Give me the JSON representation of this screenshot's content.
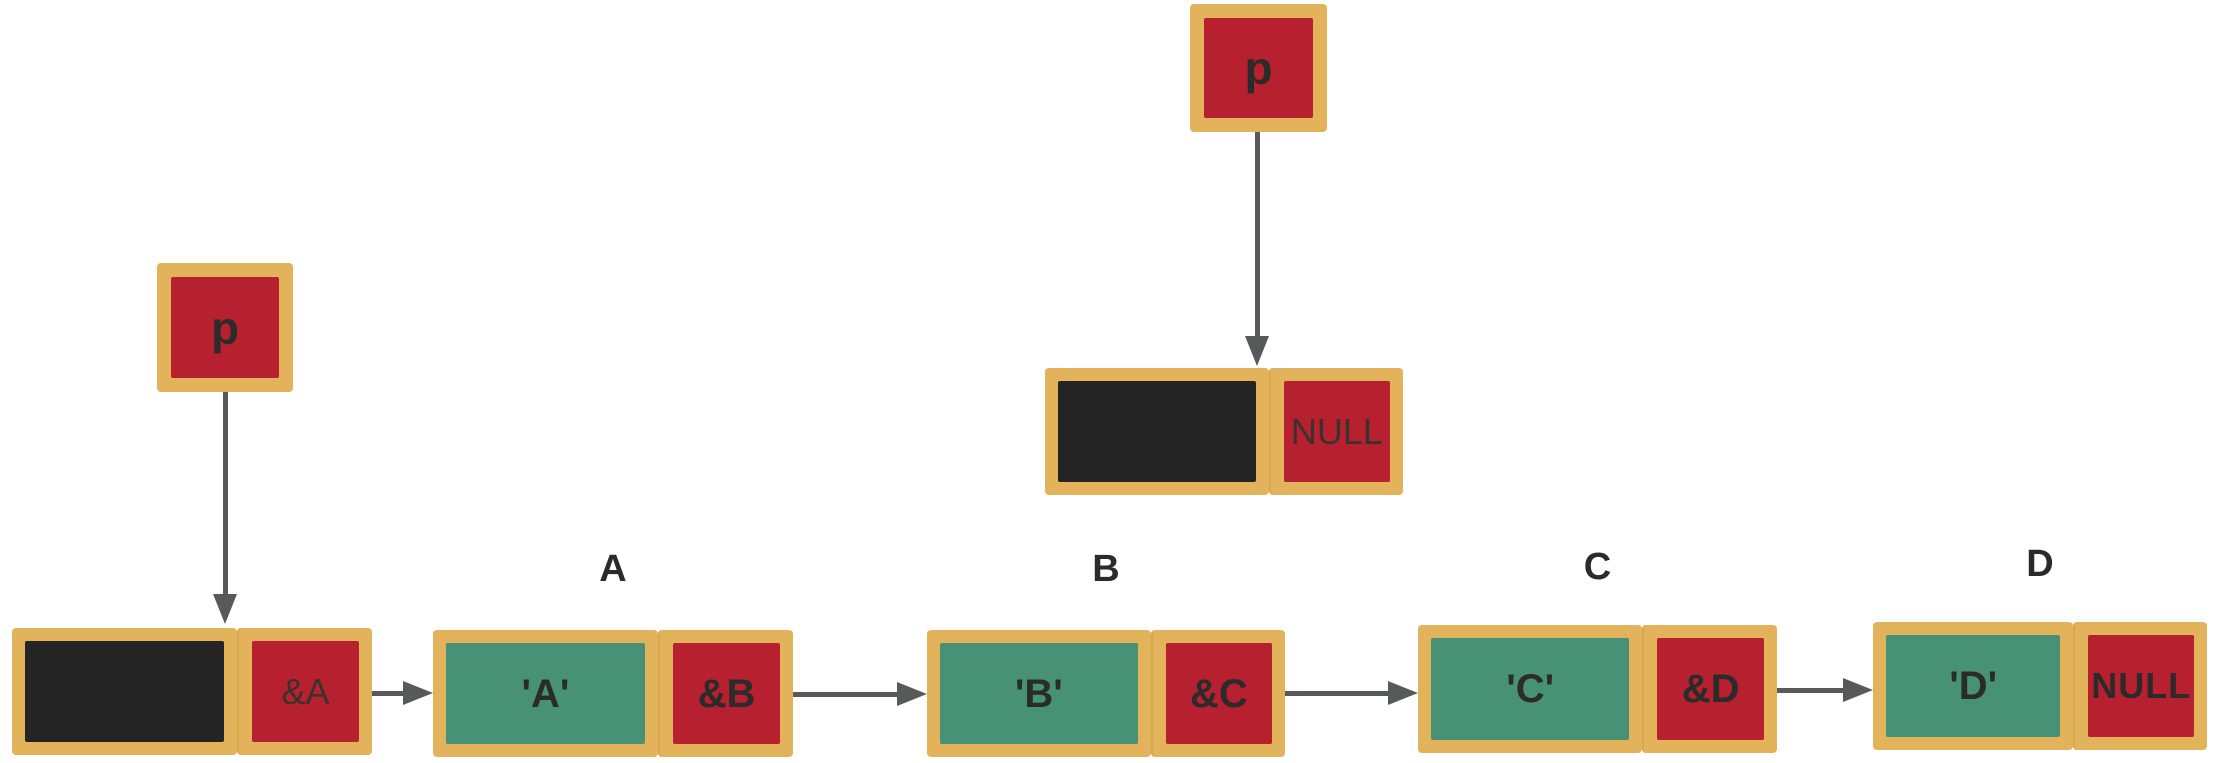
{
  "diagram_type": "singly-linked-list",
  "pointer_top": {
    "label": "p"
  },
  "pointer_left": {
    "label": "p"
  },
  "null_node": {
    "data": "",
    "next": "NULL"
  },
  "head_node": {
    "data": "",
    "next": "&A"
  },
  "nodes": [
    {
      "label": "A",
      "data": "'A'",
      "next": "&B"
    },
    {
      "label": "B",
      "data": "'B'",
      "next": "&C"
    },
    {
      "label": "C",
      "data": "'C'",
      "next": "&D"
    },
    {
      "label": "D",
      "data": "'D'",
      "next": "NULL"
    }
  ],
  "edges": [
    {
      "from": "pointer_top",
      "to": "null_node"
    },
    {
      "from": "pointer_left",
      "to": "head_node"
    },
    {
      "from": "head_node",
      "to": "node_A"
    },
    {
      "from": "node_A",
      "to": "node_B"
    },
    {
      "from": "node_B",
      "to": "node_C"
    },
    {
      "from": "node_C",
      "to": "node_D"
    }
  ],
  "colors": {
    "border_gold": "#e2b35a",
    "border_gold_seam": "#d6a94e",
    "pointer_red": "#b7202e",
    "data_green": "#479176",
    "data_black": "#242424",
    "arrow_gray": "#58595b",
    "text_dark": "#2b2b2b"
  }
}
